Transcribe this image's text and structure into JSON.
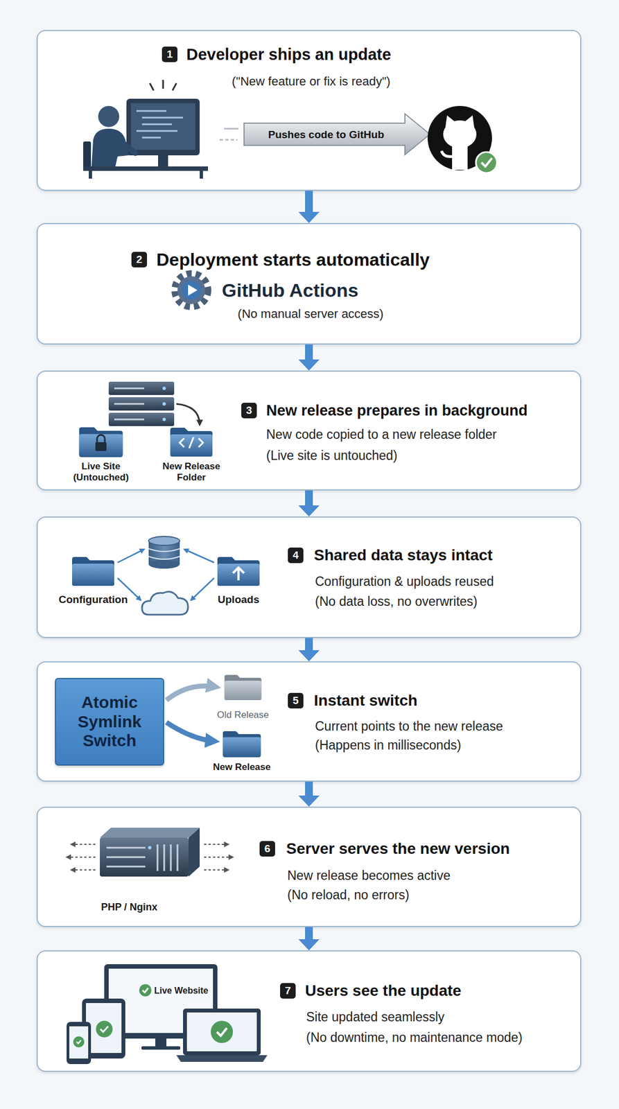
{
  "diagram": {
    "nodes": [
      {
        "text": [
          "1",
          "Developer ships an update",
          "(\"New feature or fix is ready\")"
        ]
      },
      {
        "text": [
          "2",
          "Deployment starts automatically",
          "GitHub Actions",
          "(No manual server access)"
        ]
      },
      {
        "text": [
          "3",
          "New release prepares in background",
          "New code copied to a new release folder",
          "(Live site is untouched)"
        ]
      },
      {
        "text": [
          "4",
          "Shared data stays intact",
          "Configuration & uploads reused",
          "(No data loss, no overwrites)"
        ]
      },
      {
        "text": [
          "5",
          "Instant switch",
          "Current points to the new release",
          "(Happens in milliseconds)"
        ]
      },
      {
        "text": [
          "Atomic Symlink Switch"
        ],
        "in": 4
      },
      {
        "text": [
          "6",
          "Server serves the new version",
          "New release becomes active",
          "(No reload, no errors)"
        ]
      },
      {
        "text": [
          "7",
          "Users see the update",
          "Site updated seamlessly",
          "(No downtime, no maintenance mode)"
        ]
      }
    ],
    "edges": [
      {
        "from": 0,
        "to": 1,
        "arrow": "to"
      },
      {
        "from": 1,
        "to": 2,
        "arrow": "to"
      },
      {
        "from": 2,
        "to": 3,
        "arrow": "to"
      },
      {
        "from": 3,
        "to": 4,
        "arrow": "to"
      },
      {
        "from": 4,
        "to": 6,
        "arrow": "to"
      },
      {
        "from": 6,
        "to": 7,
        "arrow": "to"
      }
    ],
    "labels": [
      "Pushes code to GitHub",
      "Live Site (Untouched)",
      "New Release Folder",
      "Configuration",
      "Uploads",
      "Old Release",
      "New Release",
      "PHP / Nginx",
      "Live Website"
    ]
  }
}
